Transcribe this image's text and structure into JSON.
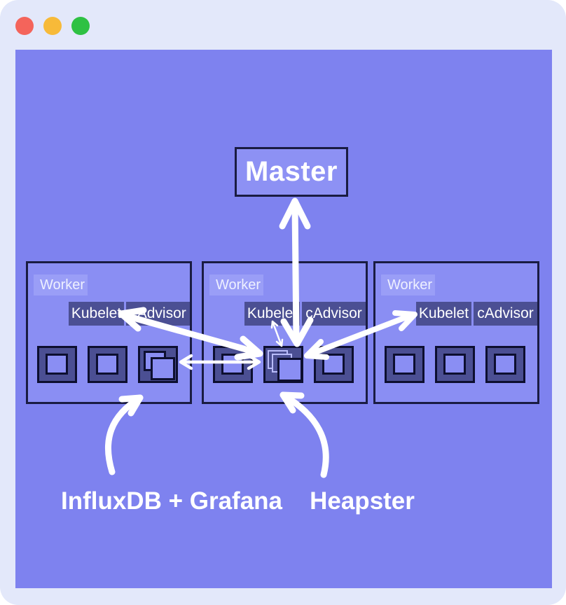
{
  "window": {
    "traffic_lights": [
      {
        "name": "close",
        "color": "#f4645b"
      },
      {
        "name": "minimize",
        "color": "#f7ba39"
      },
      {
        "name": "zoom",
        "color": "#2ec143"
      }
    ]
  },
  "diagram": {
    "master_label": "Master",
    "workers": [
      {
        "label": "Worker",
        "kubelet_label": "Kubelet",
        "cadvisor_label": "cAdvisor",
        "containers": [
          "plain",
          "plain",
          "stacked-2"
        ]
      },
      {
        "label": "Worker",
        "kubelet_label": "Kubelet",
        "cadvisor_label": "cAdvisor",
        "containers": [
          "plain",
          "stacked-3",
          "plain"
        ]
      },
      {
        "label": "Worker",
        "kubelet_label": "Kubelet",
        "cadvisor_label": "cAdvisor",
        "containers": [
          "plain",
          "plain",
          "plain"
        ]
      }
    ],
    "annotations": {
      "influxdb_grafana": "InfluxDB + Grafana",
      "heapster": "Heapster"
    },
    "arrows": [
      "master <-> heapster pod (vertical, double-headed)",
      "worker1 kubelet <-> heapster pod (diagonal, double-headed)",
      "worker1 influxdb pod <-> heapster pod (horizontal, double-headed)",
      "heapster pod <-> worker3 kubelet (diagonal, double-headed)",
      "worker2 kubelet <-> heapster pod (thin, double-headed)",
      "influxdb+grafana label -> worker1 stacked container (curved)",
      "heapster label -> worker2 stacked container (curved)"
    ],
    "colors": {
      "panel": "#7e82ef",
      "node_fill": "#8a8ef3",
      "chip_light": "#9a9ef7",
      "chip_dark": "#4b4f93",
      "border": "#1a1c42",
      "arrow": "#ffffff"
    }
  }
}
